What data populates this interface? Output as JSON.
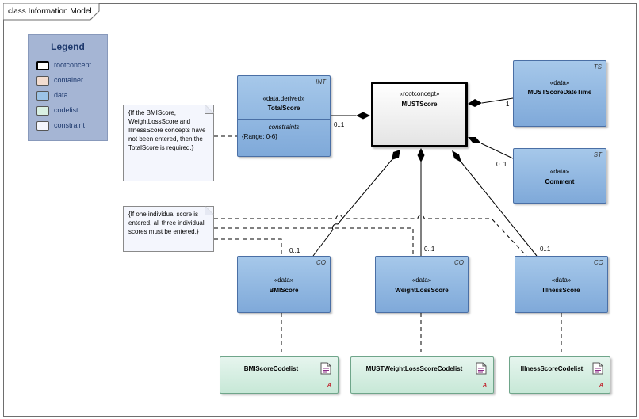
{
  "frame": {
    "title": "class Information Model"
  },
  "legend": {
    "title": "Legend",
    "items": [
      {
        "label": "rootconcept",
        "color": "#ffffff"
      },
      {
        "label": "container",
        "color": "#f3ddd0"
      },
      {
        "label": "data",
        "color": "#9cc3e6"
      },
      {
        "label": "codelist",
        "color": "#d9f0e3"
      },
      {
        "label": "constraint",
        "color": "#f4f6fd"
      }
    ]
  },
  "classes": {
    "must_score": {
      "stereotype": "«rootconcept»",
      "name": "MUSTScore"
    },
    "total_score": {
      "stereotype": "«data,derived»",
      "name": "TotalScore",
      "type_tag": "INT",
      "section": "constraints",
      "constraint": "{Range: 0-6}"
    },
    "date_time": {
      "stereotype": "«data»",
      "name": "MUSTScoreDateTime",
      "type_tag": "TS"
    },
    "comment": {
      "stereotype": "«data»",
      "name": "Comment",
      "type_tag": "ST"
    },
    "bmi_score": {
      "stereotype": "«data»",
      "name": "BMIScore",
      "type_tag": "CO"
    },
    "weight_loss_score": {
      "stereotype": "«data»",
      "name": "WeightLossScore",
      "type_tag": "CO"
    },
    "illness_score": {
      "stereotype": "«data»",
      "name": "IllnessScore",
      "type_tag": "CO"
    },
    "bmi_codelist": {
      "name": "BMIScoreCodelist",
      "abstract_mark": "A"
    },
    "weight_loss_codelist": {
      "name": "MUSTWeightLossScoreCodelist",
      "abstract_mark": "A"
    },
    "illness_codelist": {
      "name": "IllnessScoreCodelist",
      "abstract_mark": "A"
    }
  },
  "notes": {
    "total_required": "{If the BMIScore, WeightLossScore and IllnessScore concepts have not been entered, then the TotalScore is required.}",
    "all_three": "{If one individual score is entered, all three individual scores must be entered.}"
  },
  "multiplicities": {
    "total_score": "0..1",
    "date_time": "1",
    "comment": "0..1",
    "bmi_score": "0..1",
    "weight_loss_score": "0..1",
    "illness_score": "0..1"
  }
}
